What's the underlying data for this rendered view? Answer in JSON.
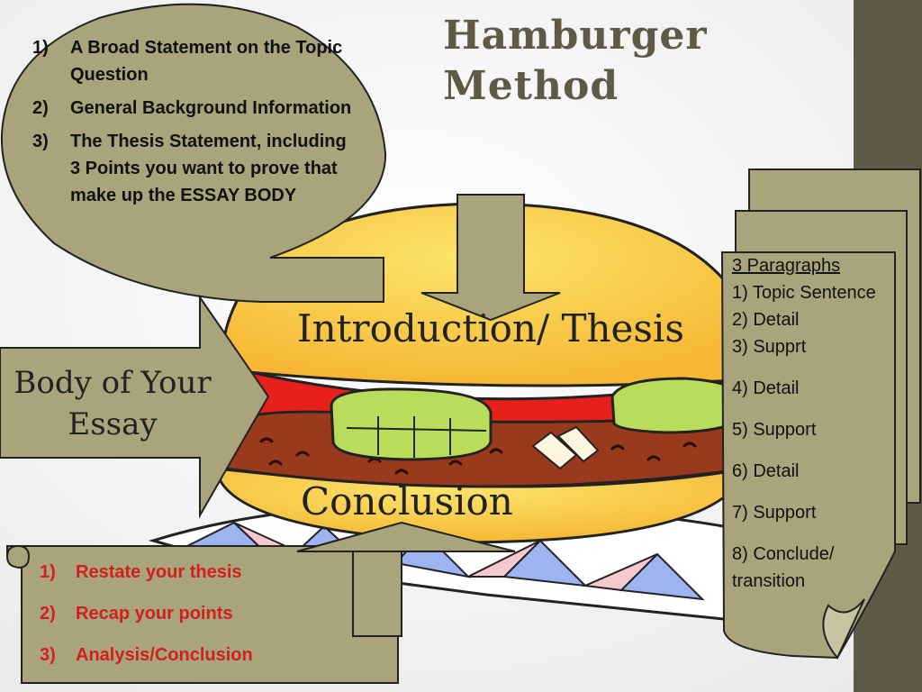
{
  "colors": {
    "background": "#ffffff",
    "panel_olive": "#a9a47c",
    "dark_side_bar": "#5e5a46",
    "title_text": "#5e5a46",
    "red_text": "#d21f1f",
    "bun": "#f6b733",
    "bun_highlight": "#fbe46a",
    "meat": "#9a3a1d",
    "tomato": "#e8201c",
    "pickle": "#b9dc5a"
  },
  "title": {
    "line1": "Hamburger",
    "line2": "Method"
  },
  "intro_bubble": {
    "items": [
      {
        "num": "1)",
        "text": "A Broad Statement on the Topic Question"
      },
      {
        "num": "2)",
        "text": "General Background Information"
      },
      {
        "num": "3)",
        "text": "The Thesis Statement, including 3 Points you want to prove that make up the ESSAY BODY"
      }
    ]
  },
  "labels": {
    "introduction": "Introduction/ Thesis",
    "conclusion": "Conclusion",
    "body_line1": "Body of Your",
    "body_line2": "Essay"
  },
  "paragraphs_card": {
    "heading": "3 Paragraphs",
    "items": [
      "1) Topic Sentence",
      "2) Detail",
      "3) Supprt",
      "4) Detail",
      "5) Support",
      "6) Detail",
      "7) Support",
      "8) Conclude/ transition"
    ]
  },
  "conclusion_scroll": {
    "items": [
      {
        "num": "1)",
        "text": "Restate your thesis"
      },
      {
        "num": "2)",
        "text": "Recap your points"
      },
      {
        "num": "3)",
        "text": "Analysis/Conclusion"
      }
    ]
  }
}
